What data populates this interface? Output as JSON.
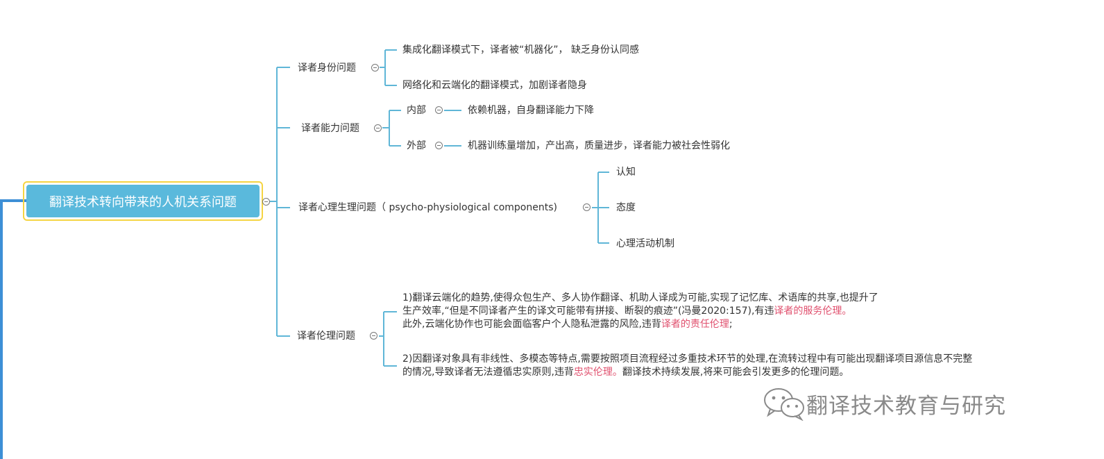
{
  "root": {
    "label": "翻译技术转向带来的人机关系问题"
  },
  "branches": [
    {
      "label": "译者身份问题",
      "children": [
        {
          "label": "集成化翻译模式下，译者被“机器化”， 缺乏身份认同感"
        },
        {
          "label": "网络化和云端化的翻译模式，加剧译者隐身"
        }
      ]
    },
    {
      "label": "译者能力问题",
      "children": [
        {
          "label": "内部",
          "children": [
            {
              "label": "依赖机器，自身翻译能力下降"
            }
          ]
        },
        {
          "label": "外部",
          "children": [
            {
              "label": "机器训练量增加，产出高，质量进步，译者能力被社会性弱化"
            }
          ]
        }
      ]
    },
    {
      "label": "译者心理生理问题（ psycho-physiological components)",
      "children": [
        {
          "label": "认知"
        },
        {
          "label": "态度"
        },
        {
          "label": "心理活动机制"
        }
      ]
    },
    {
      "label": "译者伦理问题",
      "children": [
        {
          "lines": [
            [
              {
                "text": "1)翻译云端化的趋势,使得众包生产、多人协作翻译、机助人译成为可能,实现了记忆库、术语库的共享,也提升了",
                "highlight": false
              }
            ],
            [
              {
                "text": "生产效率,“但是不同译者产生的译文可能带有拼接、断裂的痕迹”(冯曼2020:157),有违",
                "highlight": false
              },
              {
                "text": "译者的服务伦理。",
                "highlight": true
              }
            ],
            [
              {
                "text": " 此外,云端化协作也可能会面临客户个人隐私泄露的风险,违背",
                "highlight": false
              },
              {
                "text": "译者的责任伦理",
                "highlight": true
              },
              {
                "text": ";",
                "highlight": false
              }
            ]
          ]
        },
        {
          "lines": [
            [
              {
                "text": "2)因翻译对象具有非线性、多模态等特点,需要按照项目流程经过多重技术环节的处理,在流转过程中有可能出现翻译项目源信息不完整",
                "highlight": false
              }
            ],
            [
              {
                "text": "的情况,导致译者无法遵循忠实原则,违背",
                "highlight": false
              },
              {
                "text": "忠实伦理。",
                "highlight": true
              },
              {
                "text": "翻译技术持续发展,将来可能会引发更多的伦理问题。",
                "highlight": false
              }
            ]
          ]
        }
      ]
    }
  ],
  "watermark": {
    "text": "翻译技术教育与研究",
    "icon": "wechat-icon"
  },
  "colors": {
    "connector": "#5fb6d7",
    "root_fill": "#5ab9dc",
    "root_border": "#f5d442",
    "highlight": "#e0506e",
    "edge_bar": "#3d8fd6"
  }
}
